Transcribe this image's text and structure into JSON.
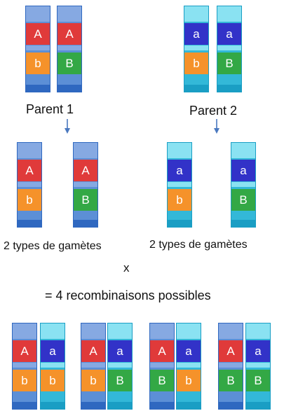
{
  "colors": {
    "parent1_chromosome": "#5c8fd6",
    "parent1_band": "#2f68c0",
    "parent1_light": "#86a9e2",
    "parent2_chromosome": "#33b8d8",
    "parent2_band": "#1a9ec4",
    "parent2_light": "#8ae2f2",
    "gene_A": "#e03a3a",
    "gene_a": "#3232c8",
    "gene_b": "#f5922a",
    "gene_B": "#33a845",
    "arrow": "#4a78bf"
  },
  "parents": [
    {
      "label": "Parent 1",
      "chromosomes": [
        {
          "top": "A",
          "bottom": "b"
        },
        {
          "top": "A",
          "bottom": "B"
        }
      ]
    },
    {
      "label": "Parent 2",
      "chromosomes": [
        {
          "top": "a",
          "bottom": "b"
        },
        {
          "top": "a",
          "bottom": "B"
        }
      ]
    }
  ],
  "gametes": [
    {
      "label": "2 types de gamètes",
      "chromosomes": [
        {
          "top": "A",
          "bottom": "b"
        },
        {
          "top": "A",
          "bottom": "B"
        }
      ]
    },
    {
      "label": "2 types de gamètes",
      "chromosomes": [
        {
          "top": "a",
          "bottom": "b"
        },
        {
          "top": "a",
          "bottom": "B"
        }
      ]
    }
  ],
  "cross_symbol": "x",
  "result_label": "= 4 recombinaisons possibles",
  "combinations": [
    [
      {
        "top": "A",
        "bottom": "b"
      },
      {
        "top": "a",
        "bottom": "b"
      }
    ],
    [
      {
        "top": "A",
        "bottom": "b"
      },
      {
        "top": "a",
        "bottom": "B"
      }
    ],
    [
      {
        "top": "A",
        "bottom": "B"
      },
      {
        "top": "a",
        "bottom": "b"
      }
    ],
    [
      {
        "top": "A",
        "bottom": "B"
      },
      {
        "top": "a",
        "bottom": "B"
      }
    ]
  ]
}
